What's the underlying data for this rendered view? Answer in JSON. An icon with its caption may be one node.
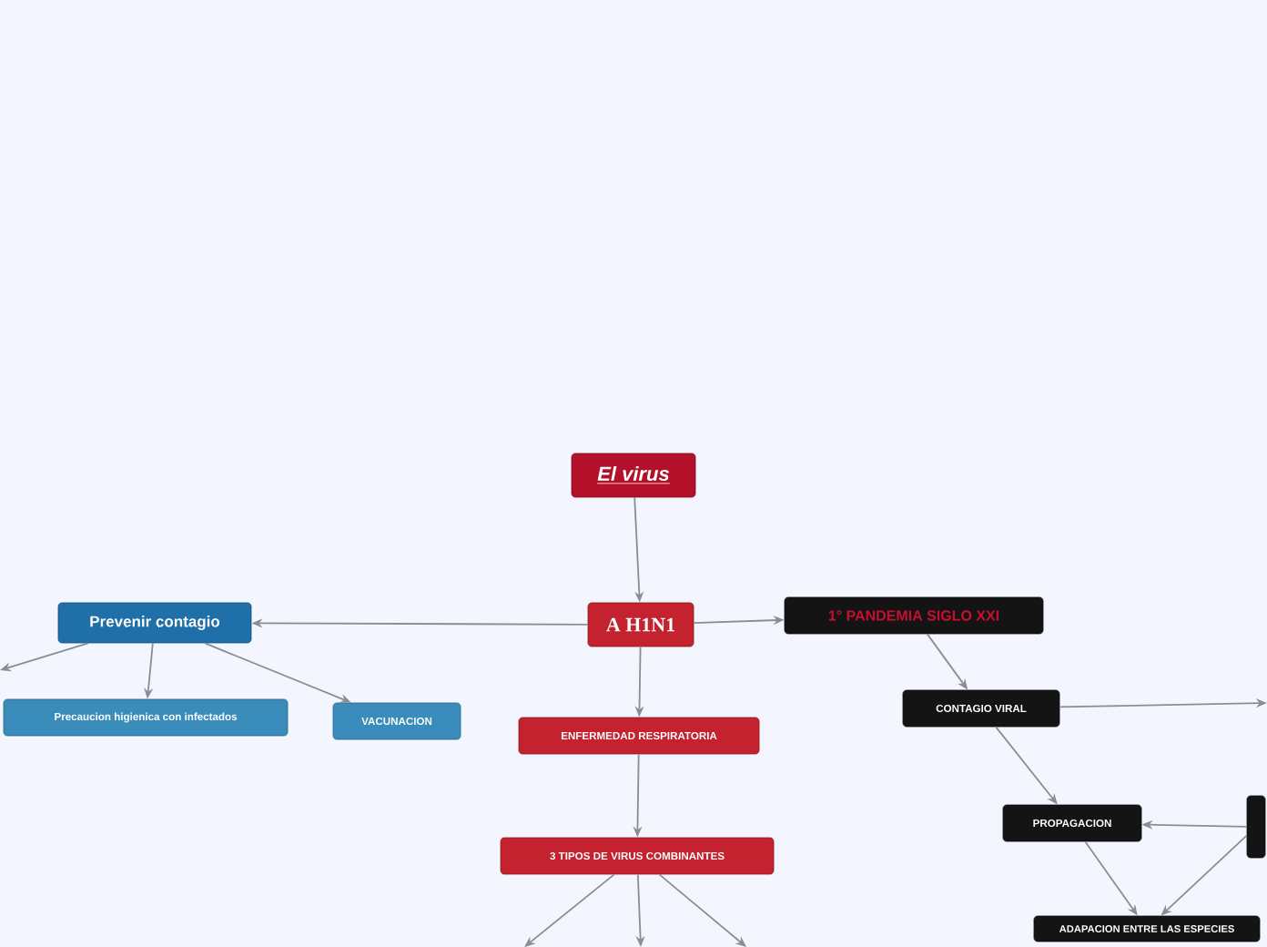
{
  "diagram": {
    "nodes": [
      {
        "text": [
          "El virus"
        ]
      },
      {
        "text": [
          "A H1N1"
        ]
      },
      {
        "text": [
          "1° PANDEMIA SIGLO XXI"
        ]
      },
      {
        "text": [
          "Prevenir contagio"
        ]
      },
      {
        "text": [
          "Precaucion higienica con infectados"
        ]
      },
      {
        "text": [
          "VACUNACION"
        ]
      },
      {
        "text": [
          "ENFERMEDAD RESPIRATORIA"
        ]
      },
      {
        "text": [
          "3 TIPOS DE VIRUS COMBINANTES"
        ]
      },
      {
        "text": [
          "CONTAGIO VIRAL"
        ]
      },
      {
        "text": [
          "PROPAGACION"
        ]
      },
      {
        "text": [],
        "shape": "box"
      },
      {
        "text": [
          "ADAPACION ENTRE LAS ESPECIES"
        ]
      }
    ],
    "edges": [
      {
        "from": 0,
        "to": 1,
        "arrow": "to"
      },
      {
        "from": 1,
        "to": 3,
        "arrow": "to"
      },
      {
        "from": 1,
        "to": 2,
        "arrow": "to"
      },
      {
        "from": 1,
        "to": 6,
        "arrow": "to"
      },
      {
        "from": 3,
        "to": null,
        "arrow": "to"
      },
      {
        "from": 3,
        "to": 4,
        "arrow": "to"
      },
      {
        "from": 3,
        "to": 5,
        "arrow": "to"
      },
      {
        "from": 6,
        "to": 7,
        "arrow": "to"
      },
      {
        "from": 7,
        "to": null,
        "arrow": "to"
      },
      {
        "from": 7,
        "to": null,
        "arrow": "to"
      },
      {
        "from": 7,
        "to": null,
        "arrow": "to"
      },
      {
        "from": 2,
        "to": 8,
        "arrow": "to"
      },
      {
        "from": 8,
        "to": null,
        "arrow": "to"
      },
      {
        "from": 8,
        "to": 9,
        "arrow": "to"
      },
      {
        "from": 10,
        "to": 9,
        "arrow": "to"
      },
      {
        "from": 9,
        "to": 11,
        "arrow": "to"
      },
      {
        "from": 10,
        "to": 11,
        "arrow": "to"
      }
    ]
  }
}
